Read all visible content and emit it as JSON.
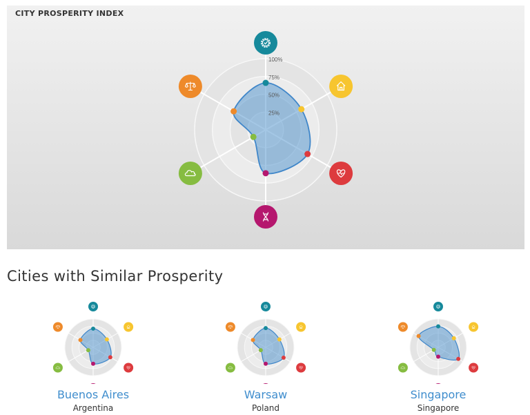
{
  "panel": {
    "title": "CITY PROSPERITY INDEX"
  },
  "section": {
    "title": "Cities with Similar Prosperity"
  },
  "indicators": [
    {
      "icon": "productivity-gear-check-icon",
      "color": "#16899b"
    },
    {
      "icon": "infrastructure-house-icon",
      "color": "#f7c52f"
    },
    {
      "icon": "quality-of-life-heart-pulse-icon",
      "color": "#dd3b3e"
    },
    {
      "icon": "equity-dna-icon",
      "color": "#b5176e"
    },
    {
      "icon": "environment-cloud-icon",
      "color": "#86bc41"
    },
    {
      "icon": "governance-scales-icon",
      "color": "#ee8a2a"
    }
  ],
  "chart_data": [
    {
      "type": "radar",
      "title": "CITY PROSPERITY INDEX",
      "radial_ticks": [
        "25%",
        "50%",
        "75%",
        "100%"
      ],
      "rlim": [
        0,
        100
      ],
      "values": [
        66,
        58,
        68,
        61,
        20,
        52
      ]
    },
    {
      "type": "radar",
      "values": [
        66,
        56,
        70,
        58,
        20,
        52
      ]
    },
    {
      "type": "radar",
      "values": [
        68,
        56,
        73,
        58,
        20,
        52
      ]
    },
    {
      "type": "radar",
      "values": [
        74,
        64,
        82,
        33,
        18,
        80
      ]
    }
  ],
  "cities": [
    {
      "name": "Buenos Aires",
      "country": "Argentina"
    },
    {
      "name": "Warsaw",
      "country": "Poland"
    },
    {
      "name": "Singapore",
      "country": "Singapore"
    }
  ]
}
